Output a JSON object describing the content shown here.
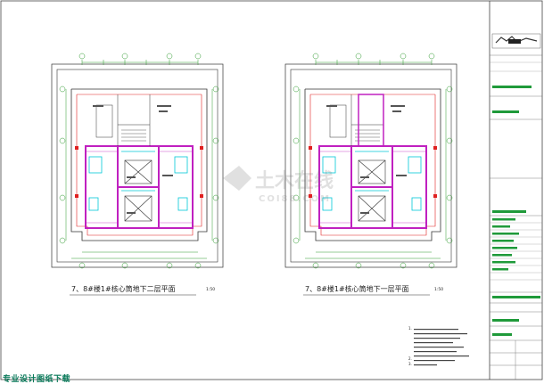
{
  "plans": [
    {
      "title": "7、8#楼1#核心筒地下二层平面",
      "scale": "1:50"
    },
    {
      "title": "7、8#楼1#核心筒地下一层平面",
      "scale": "1:50"
    }
  ],
  "notes": {
    "lines": [
      "1.",
      "2.",
      "3."
    ]
  },
  "watermark": {
    "brand": "土木在线",
    "sub": "COI88.COM"
  },
  "bottom_caption": "专业设计图纸下载",
  "colors": {
    "wall_magenta": "#c020c0",
    "cyan": "#00c8d8",
    "green": "#2e9a2e",
    "red": "#e02020",
    "line_black": "#333333",
    "title_block_green": "#1f9a3a"
  }
}
